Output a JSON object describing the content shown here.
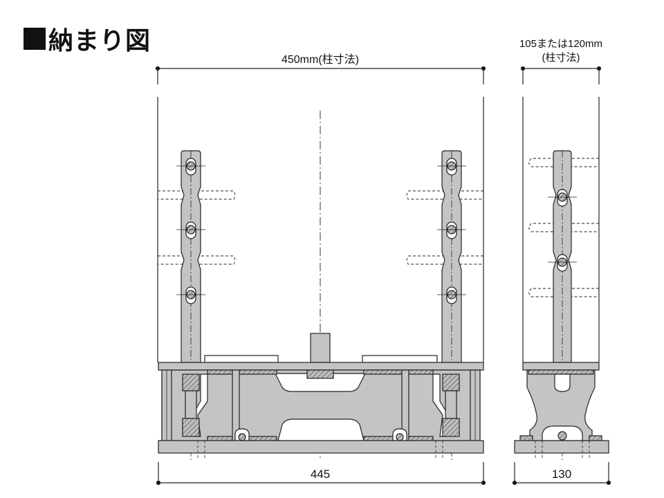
{
  "title": "納まり図",
  "front": {
    "top_dim": "450mm(柱寸法)",
    "bottom_dim": "445"
  },
  "side": {
    "top_dim_line1": "105または120mm",
    "top_dim_line2": "(柱寸法)",
    "bottom_dim": "130"
  },
  "colors": {
    "metal": "#c4c4c4",
    "line": "#222222"
  }
}
